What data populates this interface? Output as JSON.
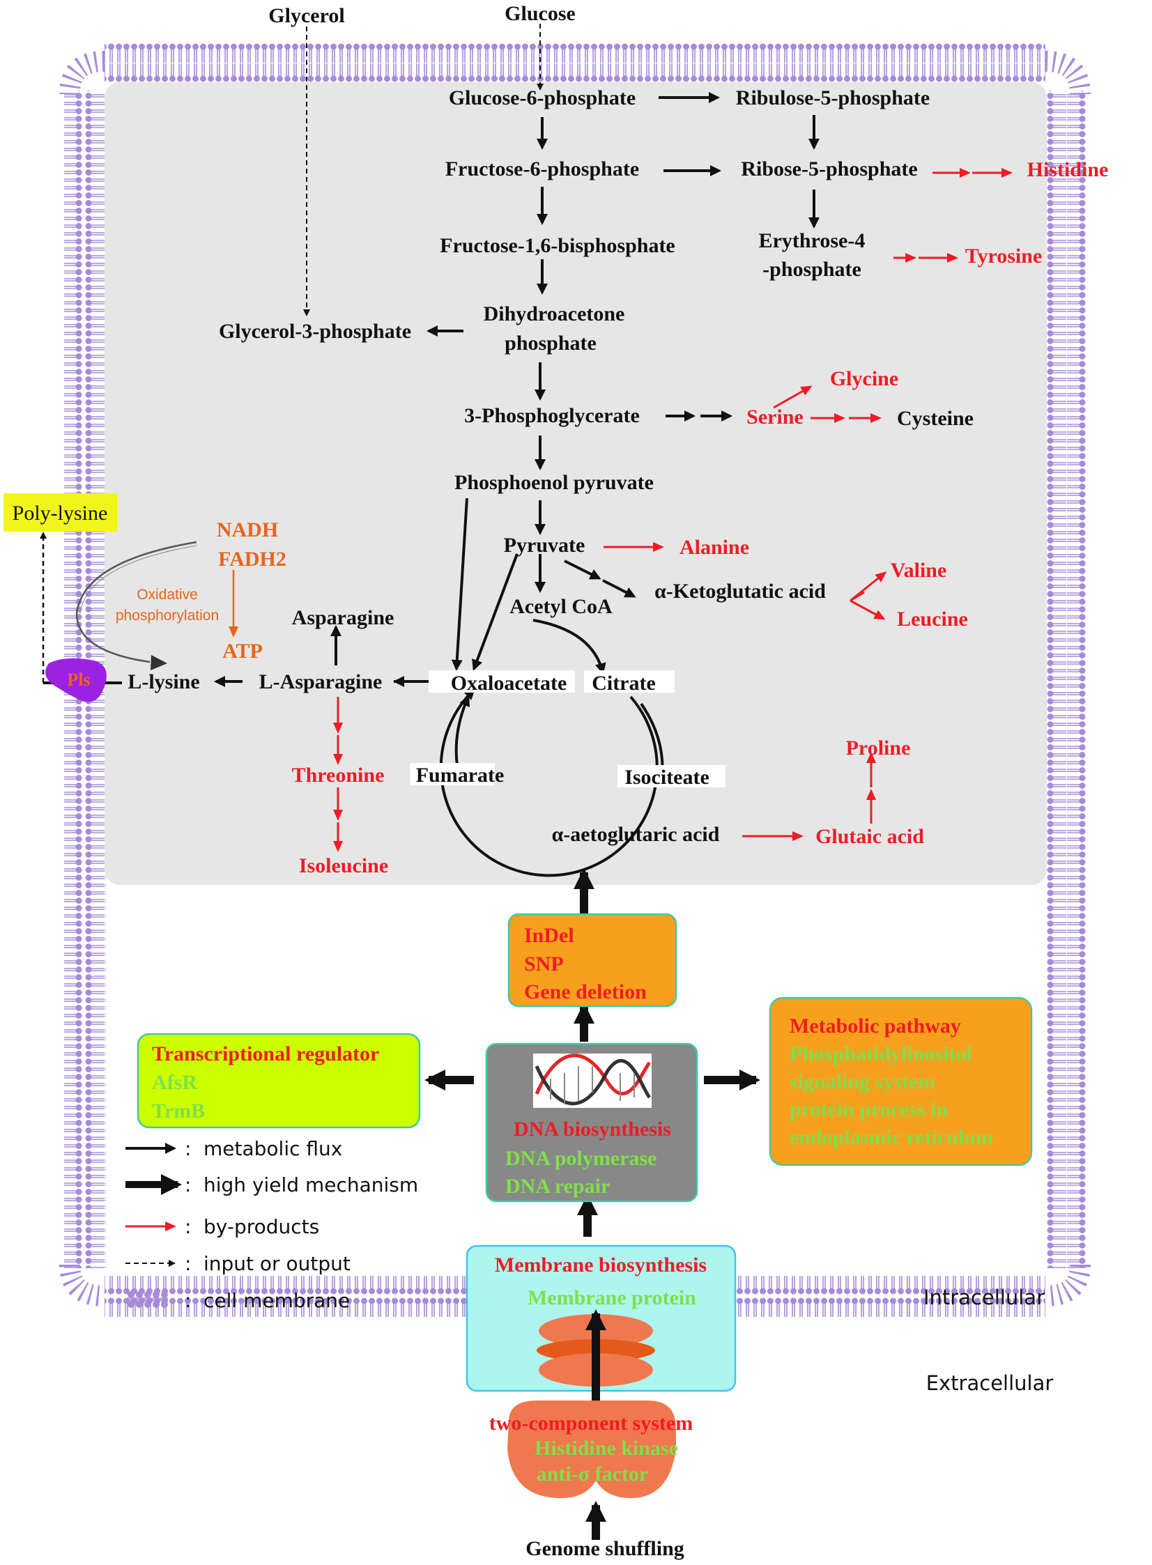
{
  "colors": {
    "metabolite": "#111111",
    "byproduct": "#ee1c25",
    "energy": "#e8641b",
    "gene": "#7ee04a",
    "membrane": "#a78bd8",
    "cytoplasm": "#e6e6e6",
    "orange_box": "#f8a01e",
    "yellow_box": "#ccff00",
    "gray_box": "#888888",
    "cyan_box": "#aef5ee",
    "protein": "#f0784f",
    "pls": "#9b22e0"
  },
  "inputs": {
    "glycerol": "Glycerol",
    "glucose": "Glucose"
  },
  "metabolites": {
    "g6p": "Glucose-6-phosphate",
    "ru5p": "Ribulose-5-phosphate",
    "f6p": "Fructose-6-phosphate",
    "r5p": "Ribose-5-phosphate",
    "f16bp": "Fructose-1,6-bisphosphate",
    "e4p_1": "Erythrose-4",
    "e4p_2": "-phosphate",
    "dhap_1": "Dihydroacetone",
    "dhap_2": "phosphate",
    "g3p": "Glycerol-3-phosphate",
    "pg3": "3-Phosphoglycerate",
    "cysteine": "Cysteine",
    "pep": "Phosphoenol pyruvate",
    "pyruvate": "Pyruvate",
    "akg": "α-Ketoglutatic acid",
    "acetylcoa": "Acetyl CoA",
    "asparagine": "Asparagine",
    "l_lysine": "L-lysine",
    "l_asparagine": "L-Asparagine",
    "oxaloacetate": "Oxaloacetate",
    "citrate": "Citrate",
    "fumarate": "Fumarate",
    "isocitrate": "Isociteate",
    "aakg": "α-aetoglutaric acid"
  },
  "byproducts": {
    "histidine": "Histidine",
    "tyrosine": "Tyrosine",
    "glycine": "Glycine",
    "serine": "Serine",
    "alanine": "Alanine",
    "valine": "Valine",
    "leucine": "Leucine",
    "threonine": "Threonine",
    "isoleucine": "Isoleucine",
    "proline": "Proline",
    "glutamic": "Glutaic acid"
  },
  "energy": {
    "nadh": "NADH",
    "fadh2": "FADH2",
    "oxphos_1": "Oxidative",
    "oxphos_2": "phosphorylation",
    "atp": "ATP"
  },
  "output": {
    "polylysine": "Poly-lysine",
    "pls": "Pls"
  },
  "boxes": {
    "mutation": {
      "line1": "InDel",
      "line2": "SNP",
      "line3": "Gene deletion"
    },
    "transcription": {
      "title": "Transcriptional regulator",
      "gene1": "AfsR",
      "gene2": "TrmB"
    },
    "dna": {
      "title": "DNA biosynthesis",
      "gene1": "DNA polymerase",
      "gene2": "DNA repair"
    },
    "metabolic": {
      "title": "Metabolic pathway",
      "line1": "Phosphatidylinositol",
      "line2": "signaling system",
      "line3": "protein process in",
      "line4": "endoplasmic reticulum"
    },
    "membrane": {
      "title": "Membrane biosynthesis",
      "gene": "Membrane protein"
    },
    "twocomp": {
      "title": "two-component system",
      "gene1": "Histidine kinase",
      "gene2": "anti-σ factor"
    }
  },
  "genome": "Genome shuffling",
  "regions": {
    "intracellular": "Intracellular",
    "extracellular": "Extracellular"
  },
  "legend": [
    {
      "type": "metabolic-flux",
      "text": "metabolic flux"
    },
    {
      "type": "high-yield",
      "text": "high yield mechanism"
    },
    {
      "type": "by-products",
      "text": "by-products"
    },
    {
      "type": "input-output",
      "text": "input or output"
    },
    {
      "type": "cell-membrane",
      "text": "cell membrane"
    }
  ],
  "legend_sep": ":"
}
